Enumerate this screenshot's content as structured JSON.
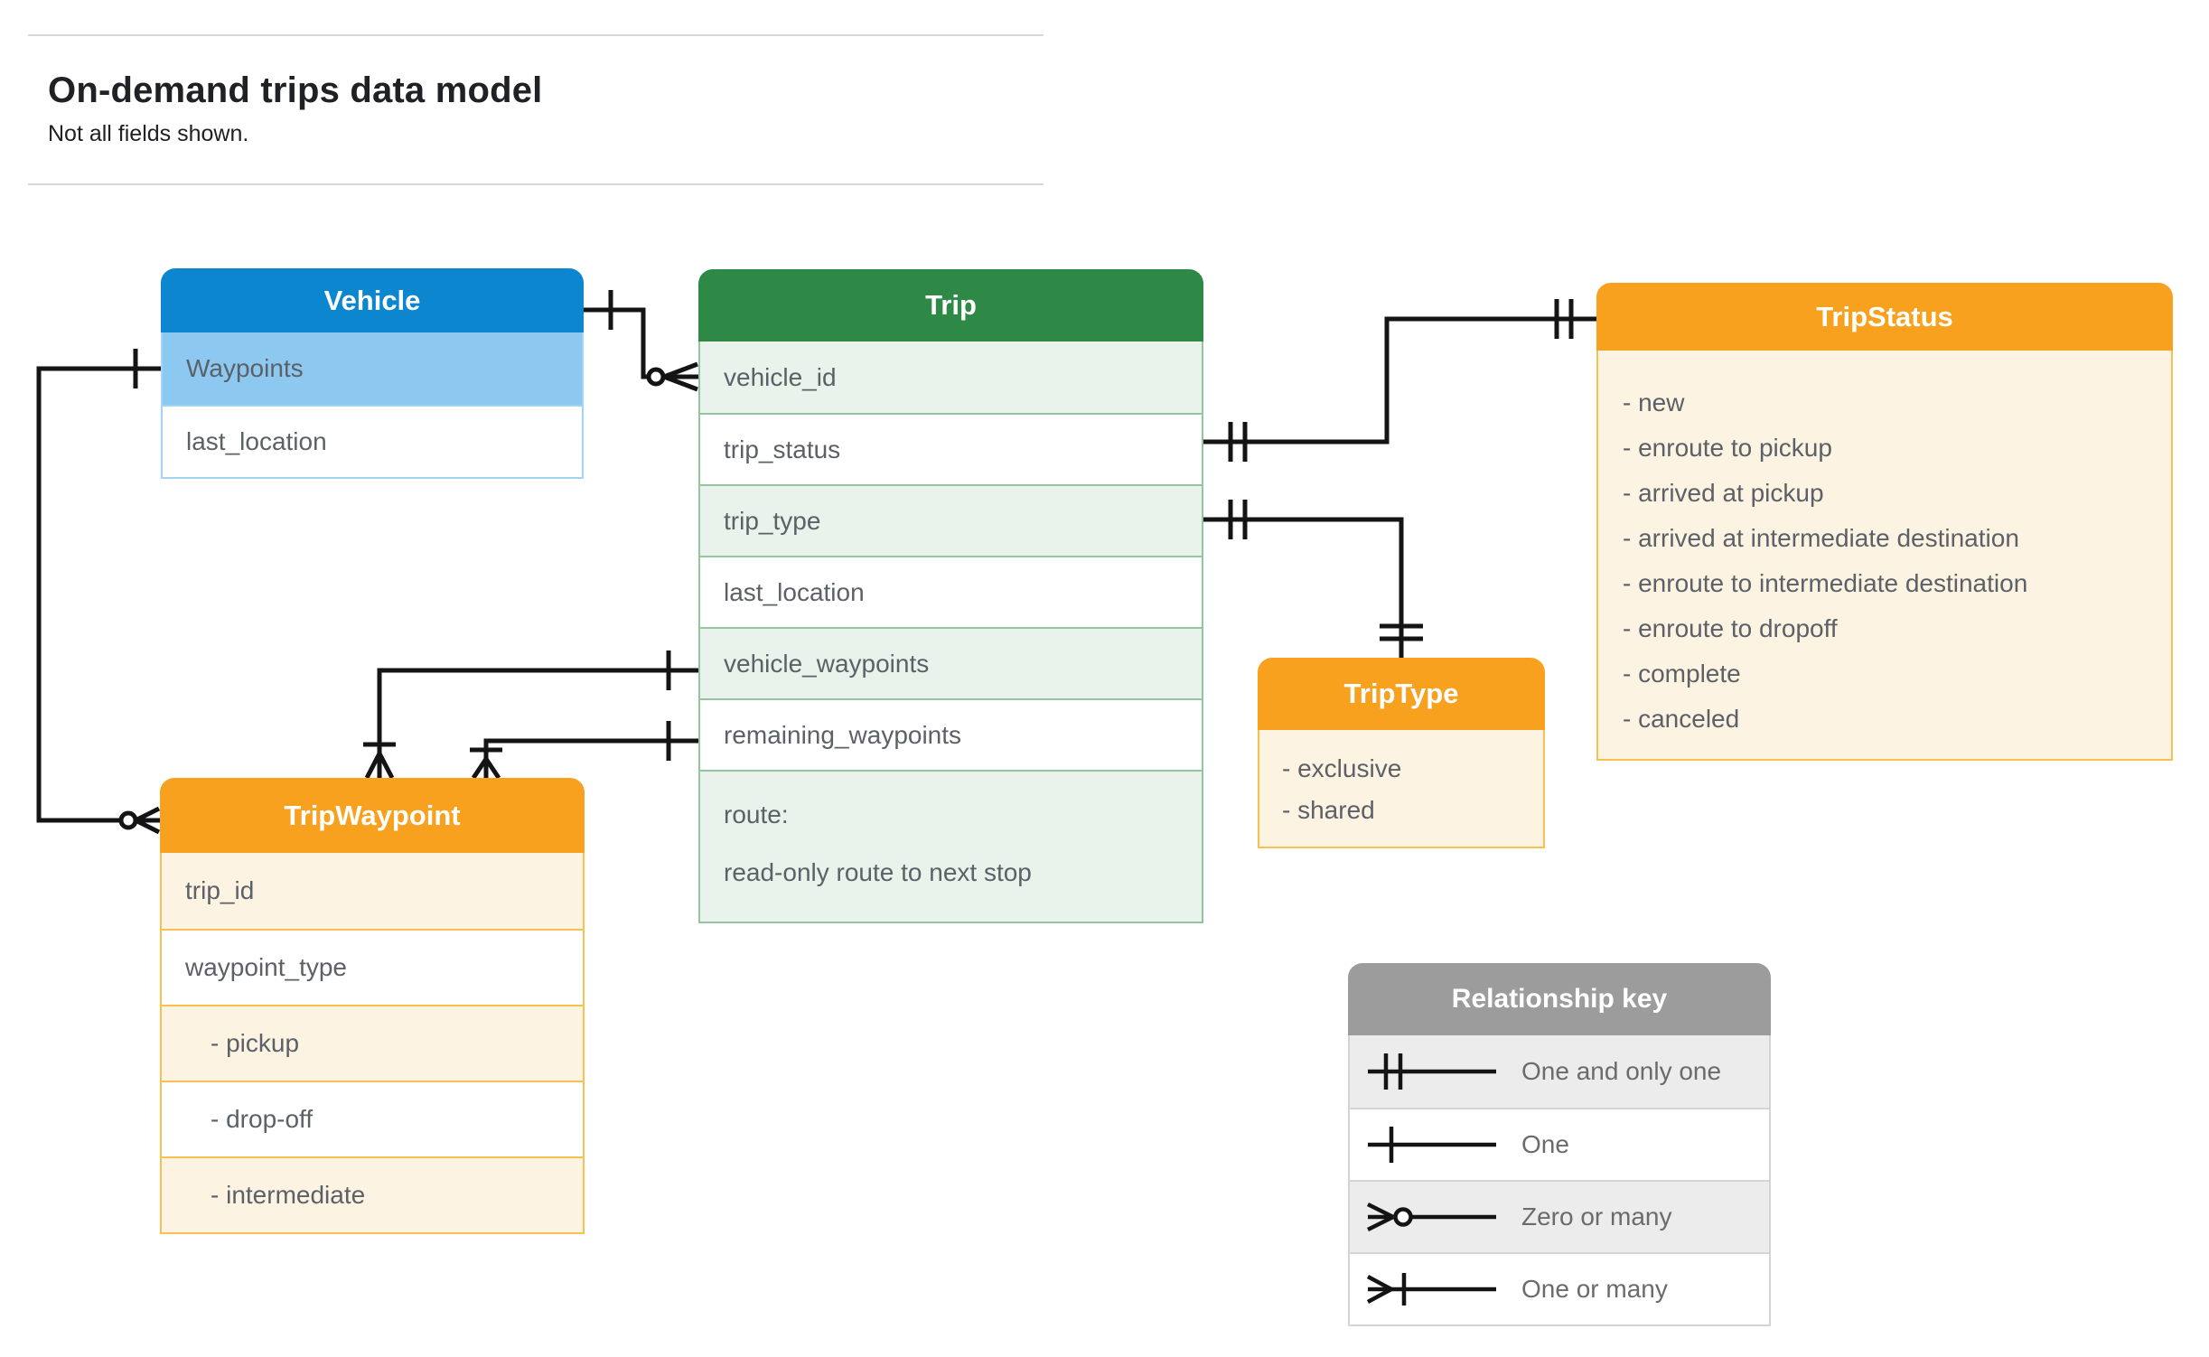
{
  "page": {
    "title": "On-demand trips data model",
    "subtitle": "Not all fields shown."
  },
  "entities": {
    "vehicle": {
      "title": "Vehicle",
      "fields": [
        "Waypoints",
        "last_location"
      ]
    },
    "trip": {
      "title": "Trip",
      "fields": [
        "vehicle_id",
        "trip_status",
        "trip_type",
        "last_location",
        "vehicle_waypoints",
        "remaining_waypoints"
      ],
      "route_line1": "route:",
      "route_line2": "read-only route to next stop"
    },
    "trip_status": {
      "title": "TripStatus",
      "values": [
        "- new",
        "- enroute to pickup",
        "- arrived at pickup",
        "- arrived at intermediate destination",
        "- enroute to intermediate destination",
        "- enroute to dropoff",
        "- complete",
        "- canceled"
      ]
    },
    "trip_type": {
      "title": "TripType",
      "values": [
        "- exclusive",
        "- shared"
      ]
    },
    "trip_waypoint": {
      "title": "TripWaypoint",
      "fields": [
        "trip_id",
        "waypoint_type"
      ],
      "values": [
        "- pickup",
        "- drop-off",
        "- intermediate"
      ]
    }
  },
  "legend": {
    "title": "Relationship key",
    "rows": [
      {
        "symbol": "one-and-only-one",
        "label": "One and only one"
      },
      {
        "symbol": "one",
        "label": "One"
      },
      {
        "symbol": "zero-or-many",
        "label": "Zero or many"
      },
      {
        "symbol": "one-or-many",
        "label": "One or many"
      }
    ]
  },
  "colors": {
    "blue_header": "#0d86d0",
    "blue_row": "#8dc8f1",
    "blue_border": "#a3d4f6",
    "green_header": "#2e8947",
    "green_row": "#e9f2eb",
    "green_border": "#93c6a0",
    "orange_header": "#f7a11f",
    "cream": "#fdf3e3",
    "orange_border": "#f8c051",
    "gray_header": "#9c9c9c",
    "gray_row": "#ececec",
    "gray_border": "#d4d4d4",
    "text_dark": "#202124",
    "text_field": "#5b6166",
    "text_legend": "#6b6b6b",
    "line_black": "#141414",
    "divider": "#d8d8d8"
  }
}
